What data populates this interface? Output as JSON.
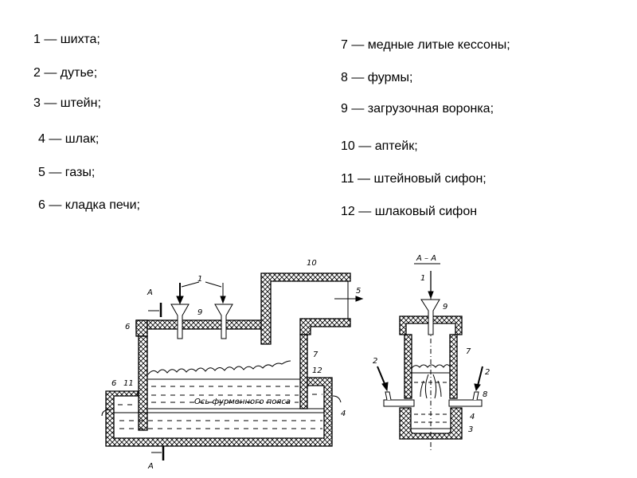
{
  "legend_left": [
    "1 — шихта;",
    "2 — дутье;",
    "3 — штейн;",
    "4 — шлак;",
    "5 — газы;",
    "6 — кладка печи;"
  ],
  "legend_right": [
    "7 — медные литые кессоны;",
    "8 — фурмы;",
    "9 — загрузочная воронка;",
    "10 — аптейк;",
    "11 — штейновый сифон;",
    "12 — шлаковый сифон"
  ],
  "diagram": {
    "section_label": "A – A",
    "axis_label": "Ось фурменного пояса",
    "labels": {
      "charge": "1",
      "blast": "2",
      "matte": "3",
      "slag": "4",
      "gases": "5",
      "masonry": "6",
      "caissons": "7",
      "tuyeres": "8",
      "funnel": "9",
      "uptake": "10",
      "matte_siphon": "11",
      "slag_siphon": "12",
      "section": "A"
    }
  }
}
